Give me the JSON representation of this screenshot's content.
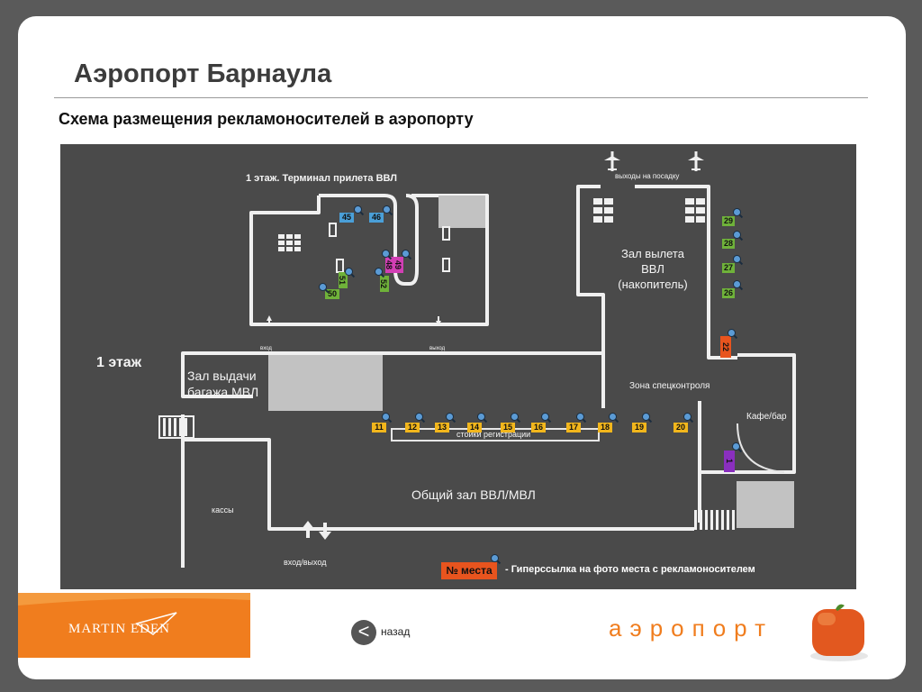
{
  "page": {
    "title": "Аэропорт Барнаула",
    "subtitle": "Схема размещения рекламоносителей в аэропорту"
  },
  "map": {
    "upper_terminal_label": "1 этаж. Терминал прилета ВВЛ",
    "departures_exits_label": "выходы на посадку",
    "departure_hall_line1": "Зал вылета",
    "departure_hall_line2": "ВВЛ",
    "departure_hall_line3": "(накопитель)",
    "floor_label": "1 этаж",
    "baggage_hall_line1": "Зал выдачи",
    "baggage_hall_line2": "багажа МВЛ",
    "security_zone_label": "Зона спецконтроля",
    "cafe_label": "Кафе/бар",
    "checkin_label": "стойки регистрации",
    "common_hall_label": "Общий зал ВВЛ/МВЛ",
    "ticket_office_label": "кассы",
    "entrance_exit_label": "вход/выход",
    "upper_entrance_label": "вход",
    "upper_exit_label": "выход"
  },
  "places": [
    {
      "num": "45",
      "color": "#4a9fd8"
    },
    {
      "num": "46",
      "color": "#4a9fd8"
    },
    {
      "num": "48",
      "color": "#d23fb4"
    },
    {
      "num": "49",
      "color": "#d23fb4"
    },
    {
      "num": "50",
      "color": "#6fb23a"
    },
    {
      "num": "51",
      "color": "#6fb23a"
    },
    {
      "num": "52",
      "color": "#6fb23a"
    },
    {
      "num": "29",
      "color": "#6fb23a"
    },
    {
      "num": "28",
      "color": "#6fb23a"
    },
    {
      "num": "27",
      "color": "#6fb23a"
    },
    {
      "num": "26",
      "color": "#6fb23a"
    },
    {
      "num": "22",
      "color": "#e8541e"
    },
    {
      "num": "11",
      "color": "#f2b61c"
    },
    {
      "num": "12",
      "color": "#f2b61c"
    },
    {
      "num": "13",
      "color": "#f2b61c"
    },
    {
      "num": "14",
      "color": "#f2b61c"
    },
    {
      "num": "15",
      "color": "#f2b61c"
    },
    {
      "num": "16",
      "color": "#f2b61c"
    },
    {
      "num": "17",
      "color": "#f2b61c"
    },
    {
      "num": "18",
      "color": "#f2b61c"
    },
    {
      "num": "19",
      "color": "#f2b61c"
    },
    {
      "num": "20",
      "color": "#f2b61c"
    },
    {
      "num": "1",
      "color": "#8a2fbf"
    }
  ],
  "legend": {
    "badge": "№ места",
    "text": "- Гиперссылка на фото места с рекламоносителем"
  },
  "footer": {
    "logo": "MARTIN EDEN",
    "back_icon": "<",
    "back_label": "назад",
    "section_word": "аэропорт"
  },
  "colors": {
    "accent_orange": "#f07d1e",
    "map_background": "#4a4a4a"
  }
}
